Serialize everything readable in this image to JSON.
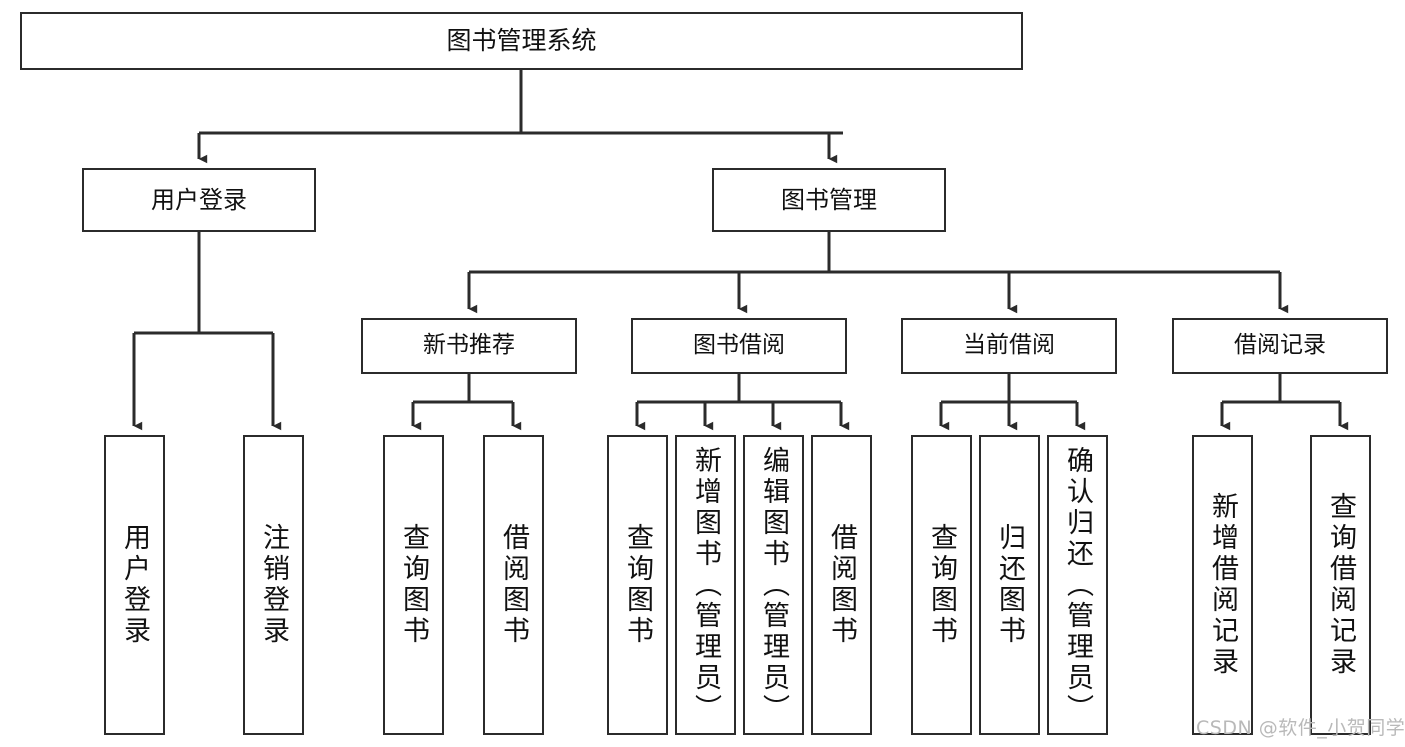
{
  "diagram": {
    "type": "hierarchy-tree",
    "title": "图书管理系统",
    "levels": 4,
    "colors": {
      "stroke": "#2b2b2b",
      "fill": "#ffffff",
      "text": "#111111",
      "watermark": "#b9b9b9"
    }
  },
  "root": {
    "label": "图书管理系统"
  },
  "level2": [
    {
      "label": "用户登录"
    },
    {
      "label": "图书管理"
    }
  ],
  "level3": [
    {
      "label": "新书推荐"
    },
    {
      "label": "图书借阅"
    },
    {
      "label": "当前借阅"
    },
    {
      "label": "借阅记录"
    }
  ],
  "leaves": {
    "user_login": [
      {
        "label": "用户登录"
      },
      {
        "label": "注销登录"
      }
    ],
    "new_book_recommend": [
      {
        "label": "查询图书"
      },
      {
        "label": "借阅图书"
      }
    ],
    "book_borrow": [
      {
        "label": "查询图书"
      },
      {
        "label": "新增图书（管理员）"
      },
      {
        "label": "编辑图书（管理员）"
      },
      {
        "label": "借阅图书"
      }
    ],
    "current_borrow": [
      {
        "label": "查询图书"
      },
      {
        "label": "归还图书"
      },
      {
        "label": "确认归还（管理员）"
      }
    ],
    "borrow_record": [
      {
        "label": "新增借阅记录"
      },
      {
        "label": "查询借阅记录"
      }
    ]
  },
  "watermark": {
    "text": "CSDN @软件_小贺同学"
  }
}
